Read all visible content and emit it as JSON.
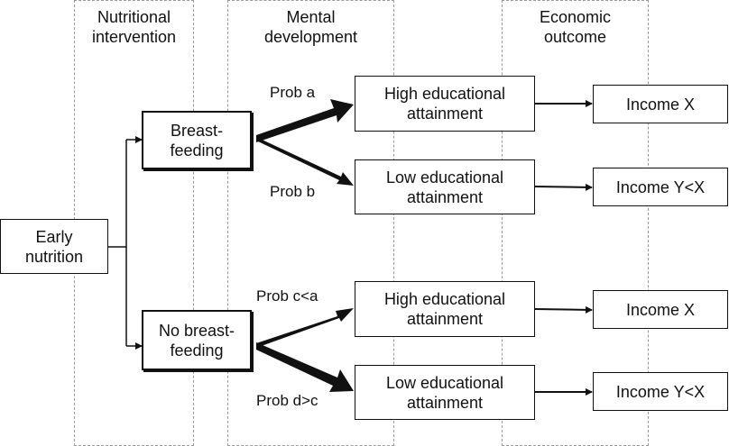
{
  "columns": {
    "nutritional": "Nutritional\nintervention",
    "mental": "Mental\ndevelopment",
    "economic": "Economic\noutcome"
  },
  "nodes": {
    "early": "Early\nnutrition",
    "breast": "Breast-\nfeeding",
    "nobreast": "No breast-\nfeeding",
    "high1": "High educational\nattainment",
    "low1": "Low educational\nattainment",
    "high2": "High educational\nattainment",
    "low2": "Low educational\nattainment",
    "incomeX1": "Income X",
    "incomeY1": "Income Y<X",
    "incomeX2": "Income X",
    "incomeY2": "Income Y<X"
  },
  "probabilities": {
    "a": "Prob a",
    "b": "Prob b",
    "c": "Prob c<a",
    "d": "Prob d>c"
  }
}
